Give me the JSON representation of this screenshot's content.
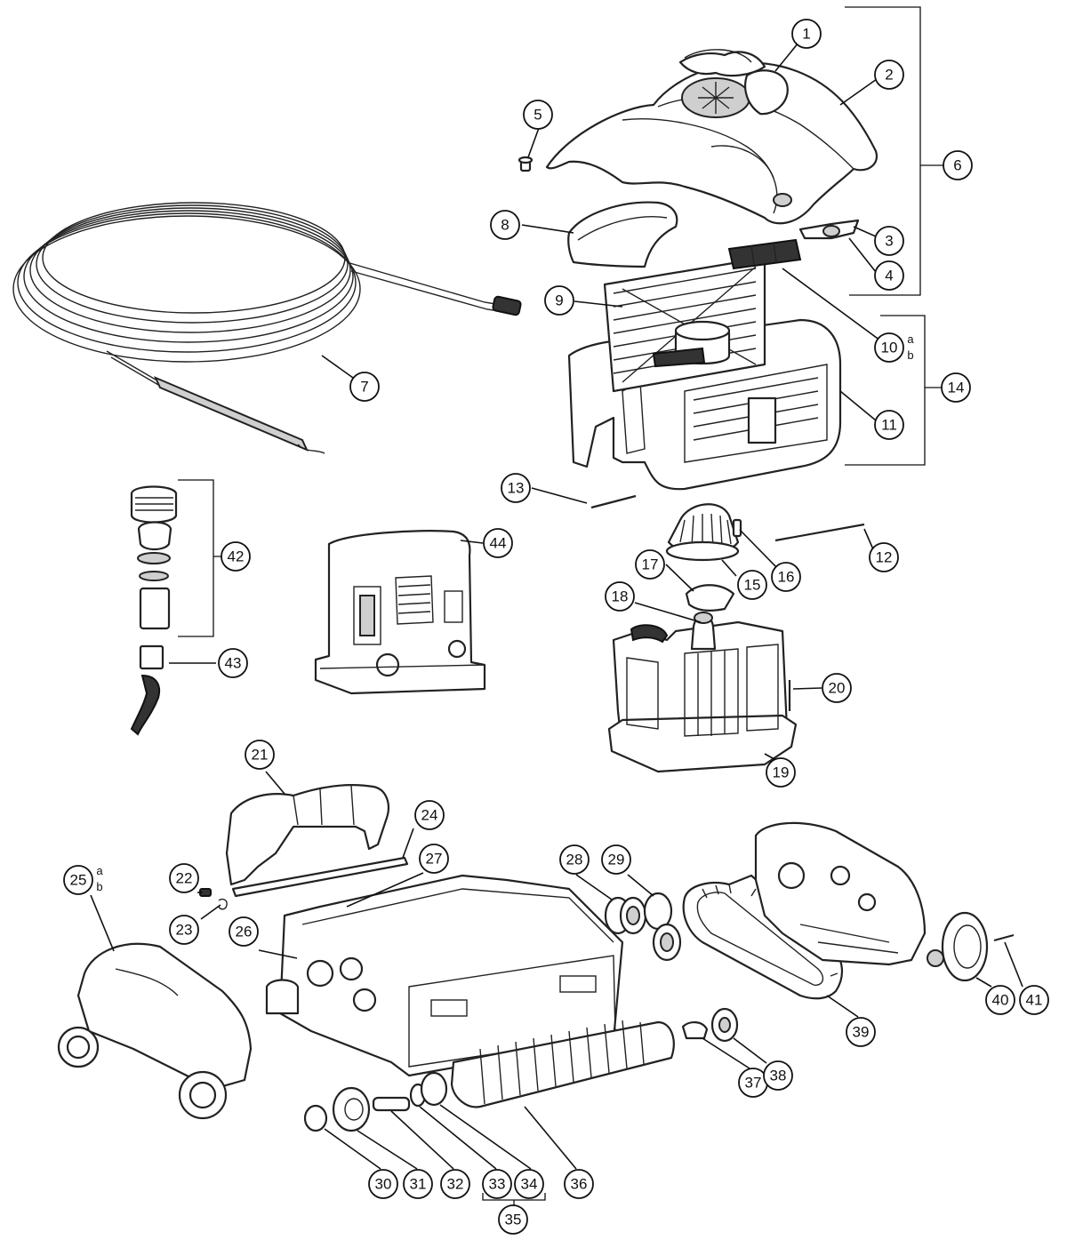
{
  "callouts": [
    {
      "id": "c1",
      "label": "1"
    },
    {
      "id": "c2",
      "label": "2"
    },
    {
      "id": "c3",
      "label": "3"
    },
    {
      "id": "c4",
      "label": "4"
    },
    {
      "id": "c5",
      "label": "5"
    },
    {
      "id": "c6",
      "label": "6"
    },
    {
      "id": "c7",
      "label": "7"
    },
    {
      "id": "c8",
      "label": "8"
    },
    {
      "id": "c9",
      "label": "9"
    },
    {
      "id": "c10",
      "label": "10",
      "sub": [
        "a",
        "b"
      ]
    },
    {
      "id": "c11",
      "label": "11"
    },
    {
      "id": "c12",
      "label": "12"
    },
    {
      "id": "c13",
      "label": "13"
    },
    {
      "id": "c14",
      "label": "14"
    },
    {
      "id": "c15",
      "label": "15"
    },
    {
      "id": "c16",
      "label": "16"
    },
    {
      "id": "c17",
      "label": "17"
    },
    {
      "id": "c18",
      "label": "18"
    },
    {
      "id": "c19",
      "label": "19"
    },
    {
      "id": "c20",
      "label": "20"
    },
    {
      "id": "c21",
      "label": "21"
    },
    {
      "id": "c22",
      "label": "22"
    },
    {
      "id": "c23",
      "label": "23"
    },
    {
      "id": "c24",
      "label": "24"
    },
    {
      "id": "c25",
      "label": "25",
      "sub": [
        "a",
        "b"
      ]
    },
    {
      "id": "c26",
      "label": "26"
    },
    {
      "id": "c27",
      "label": "27"
    },
    {
      "id": "c28",
      "label": "28"
    },
    {
      "id": "c29",
      "label": "29"
    },
    {
      "id": "c30",
      "label": "30"
    },
    {
      "id": "c31",
      "label": "31"
    },
    {
      "id": "c32",
      "label": "32"
    },
    {
      "id": "c33",
      "label": "33"
    },
    {
      "id": "c34",
      "label": "34"
    },
    {
      "id": "c35",
      "label": "35"
    },
    {
      "id": "c36",
      "label": "36"
    },
    {
      "id": "c37",
      "label": "37"
    },
    {
      "id": "c38",
      "label": "38"
    },
    {
      "id": "c39",
      "label": "39"
    },
    {
      "id": "c40",
      "label": "40"
    },
    {
      "id": "c41",
      "label": "41"
    },
    {
      "id": "c42",
      "label": "42"
    },
    {
      "id": "c43",
      "label": "43"
    },
    {
      "id": "c44",
      "label": "44"
    }
  ],
  "parts": [
    "top-cover-lid-icon",
    "top-cover-icon",
    "cover-clip-icon",
    "cover-clip-insert-icon",
    "screw-icon",
    "floating-cable-coil-icon",
    "cover-front-insert-icon",
    "filter-basket-icon",
    "filter-cartridge-icon",
    "filter-canister-icon",
    "retaining-rod-icon",
    "small-rod-icon",
    "impeller-icon",
    "impeller-screw-icon",
    "impeller-clip-icon",
    "motor-shaft-cap-icon",
    "motor-unit-icon",
    "motor-screw-icon",
    "handle-icon",
    "handle-pin-icon",
    "handle-clip-icon",
    "long-rod-icon",
    "side-panel-icon",
    "chassis-icon",
    "bolt-icon",
    "swivel-assembly-icon",
    "power-supply-icon",
    "cable-end-icon",
    "wheel-bearing-icon",
    "bearing-set-icon",
    "track-icon",
    "side-frame-icon",
    "drive-wheel-icon",
    "wheel-screw-icon",
    "roller-cap-icon",
    "roller-gear-icon",
    "roller-bushing-icon",
    "roller-axle-icon",
    "brush-roller-icon",
    "small-gear-icon",
    "gear-clip-icon"
  ]
}
